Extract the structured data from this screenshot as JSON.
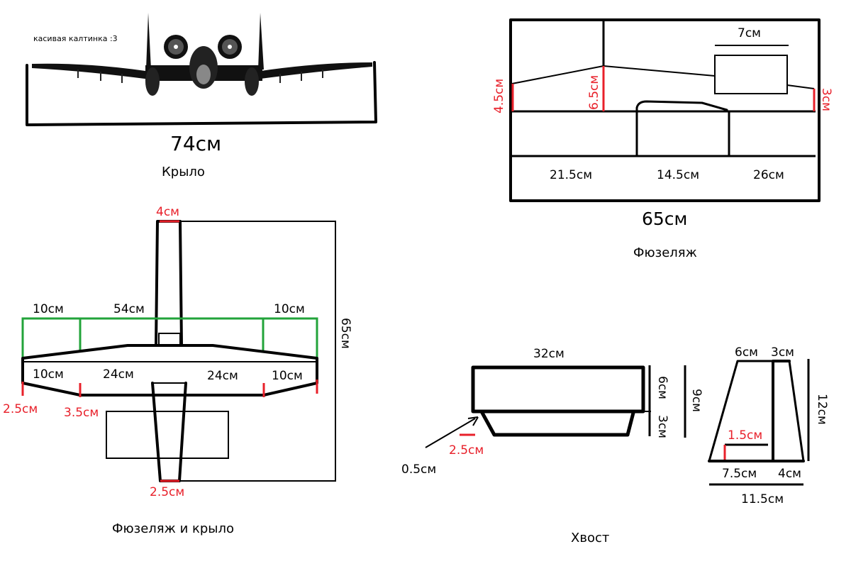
{
  "colors": {
    "dimension_red": "#e8202a",
    "wing_green": "#22a33a",
    "line": "#000000"
  },
  "wing_view": {
    "caption_note": "касивая калтинка :3",
    "span": "74см",
    "title": "Крыло"
  },
  "fuselage_side": {
    "top_box": "7см",
    "nose_height": "4.5см",
    "mid_height": "6.5см",
    "tail_height": "3см",
    "seg1": "21.5см",
    "seg2": "14.5см",
    "seg3": "26см",
    "length": "65см",
    "title": "Фюзеляж"
  },
  "top_view": {
    "nose_width": "4см",
    "wing_left_tip": "10см",
    "wing_center": "54см",
    "wing_right_tip": "10см",
    "length": "65см",
    "inner_left_tip": "10см",
    "inner_left": "24см",
    "inner_right": "24см",
    "inner_right_tip": "10см",
    "tip_chord": "2.5см",
    "root_step": "3.5см",
    "tail_width": "2.5см",
    "title": "Фюзеляж и крыло"
  },
  "tail": {
    "stab_width": "32см",
    "stab_height": "6см",
    "total_height": "9см",
    "lower_height": "3см",
    "offset": "2.5см",
    "arrow_note": "0.5см",
    "fin_top": "6см",
    "fin_top_right": "3см",
    "fin_height": "12см",
    "fin_notch": "1.5см",
    "fin_bottom_left": "7.5см",
    "fin_bottom_right": "4см",
    "fin_base": "11.5см",
    "title": "Хвост"
  }
}
